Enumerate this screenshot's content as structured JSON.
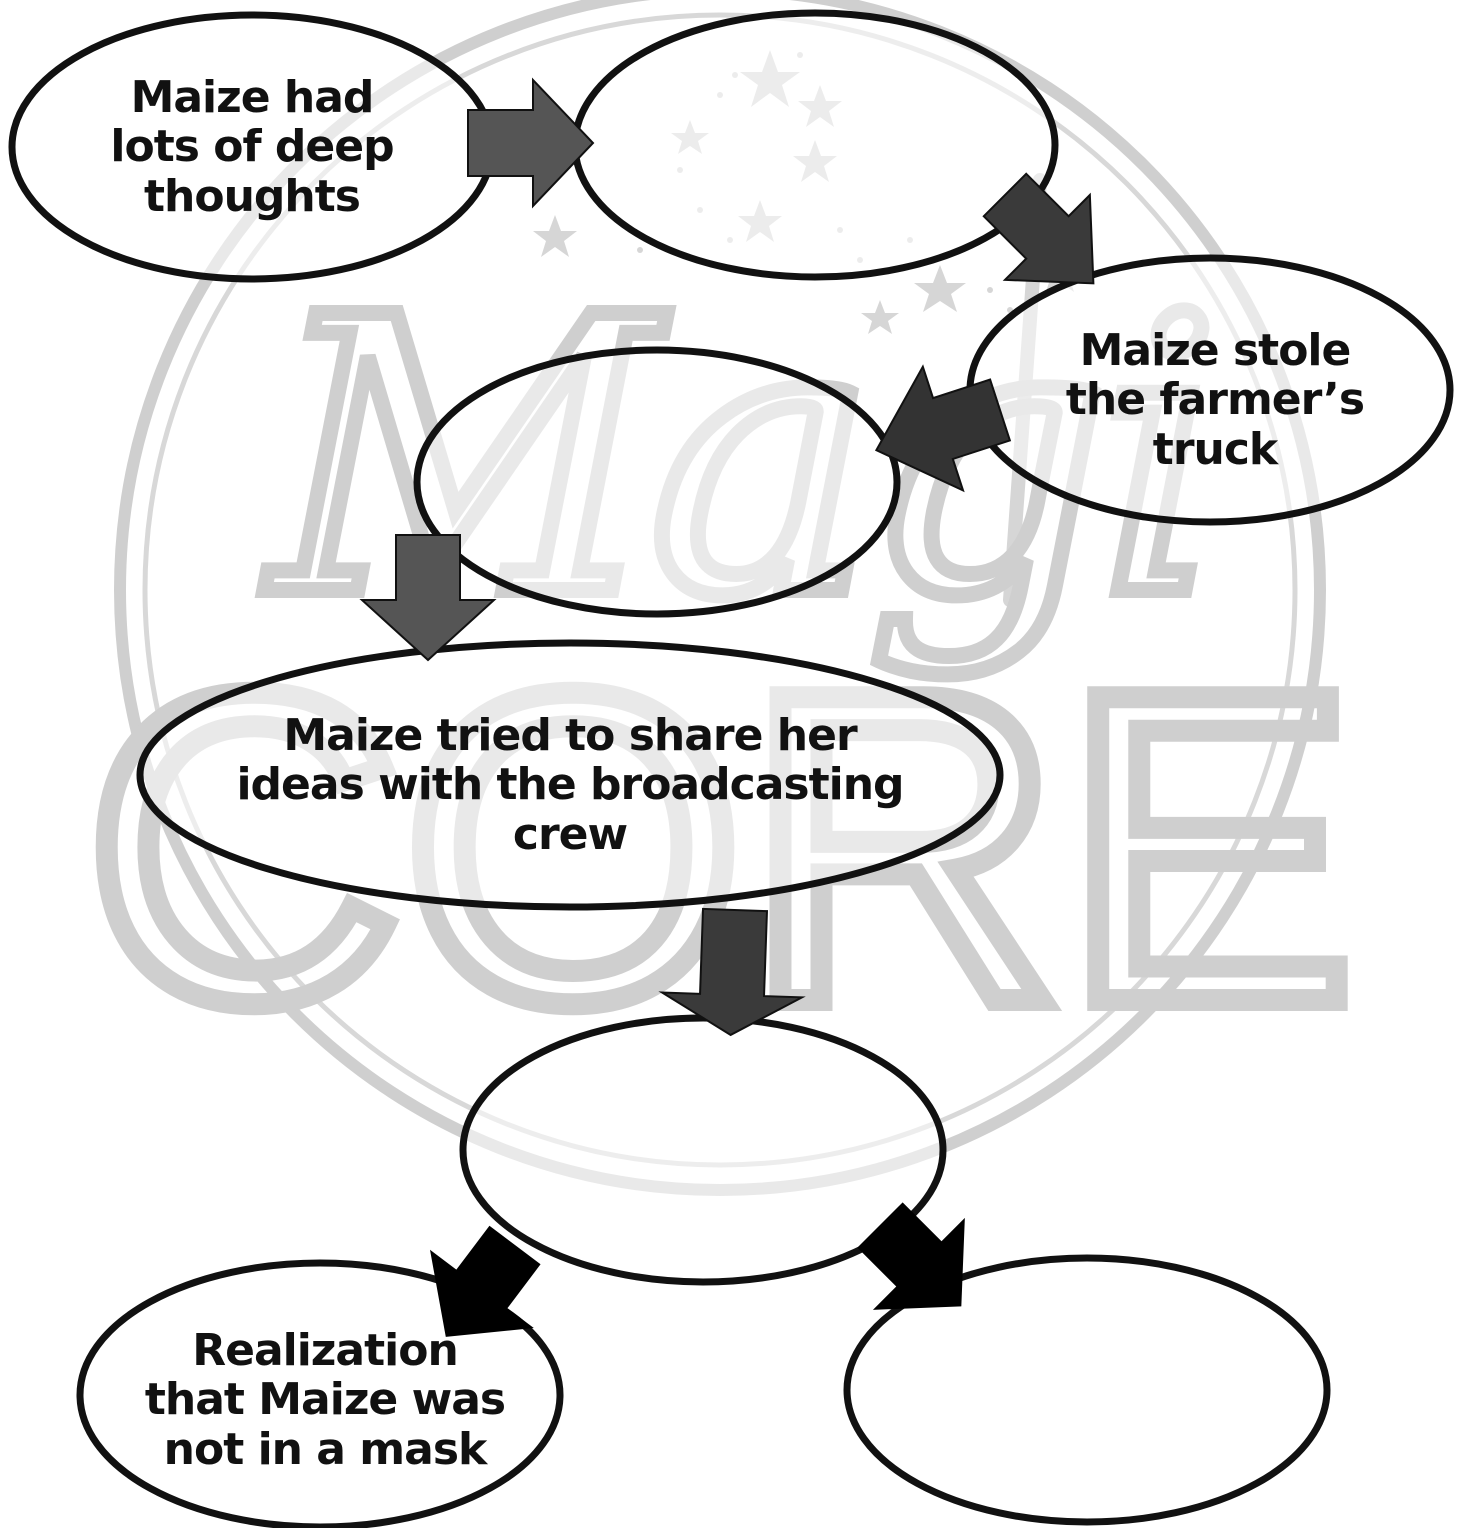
{
  "colors": {
    "background": "#ffffff",
    "ellipse_fill": "#ffffff",
    "ellipse_stroke": "#111111",
    "arrow_light": "#555555",
    "arrow_mid": "#3a3a3a",
    "arrow_dark": "#000000",
    "watermark": "#cfcfcf",
    "text": "#111111"
  },
  "watermark": {
    "script": "Magi",
    "word": "CORE",
    "icon": "magic-wand-stars-icon"
  },
  "nodes": {
    "maize_thoughts": "Maize had\nlots of deep\nthoughts",
    "blank_2": "",
    "stole_truck": "Maize stole\nthe farmer’s\ntruck",
    "blank_4": "",
    "share_ideas": "Maize tried to share her\nideas with the broadcasting\ncrew",
    "blank_6": "",
    "realization": "Realization\nthat Maize was\nnot in a mask",
    "blank_8": ""
  }
}
